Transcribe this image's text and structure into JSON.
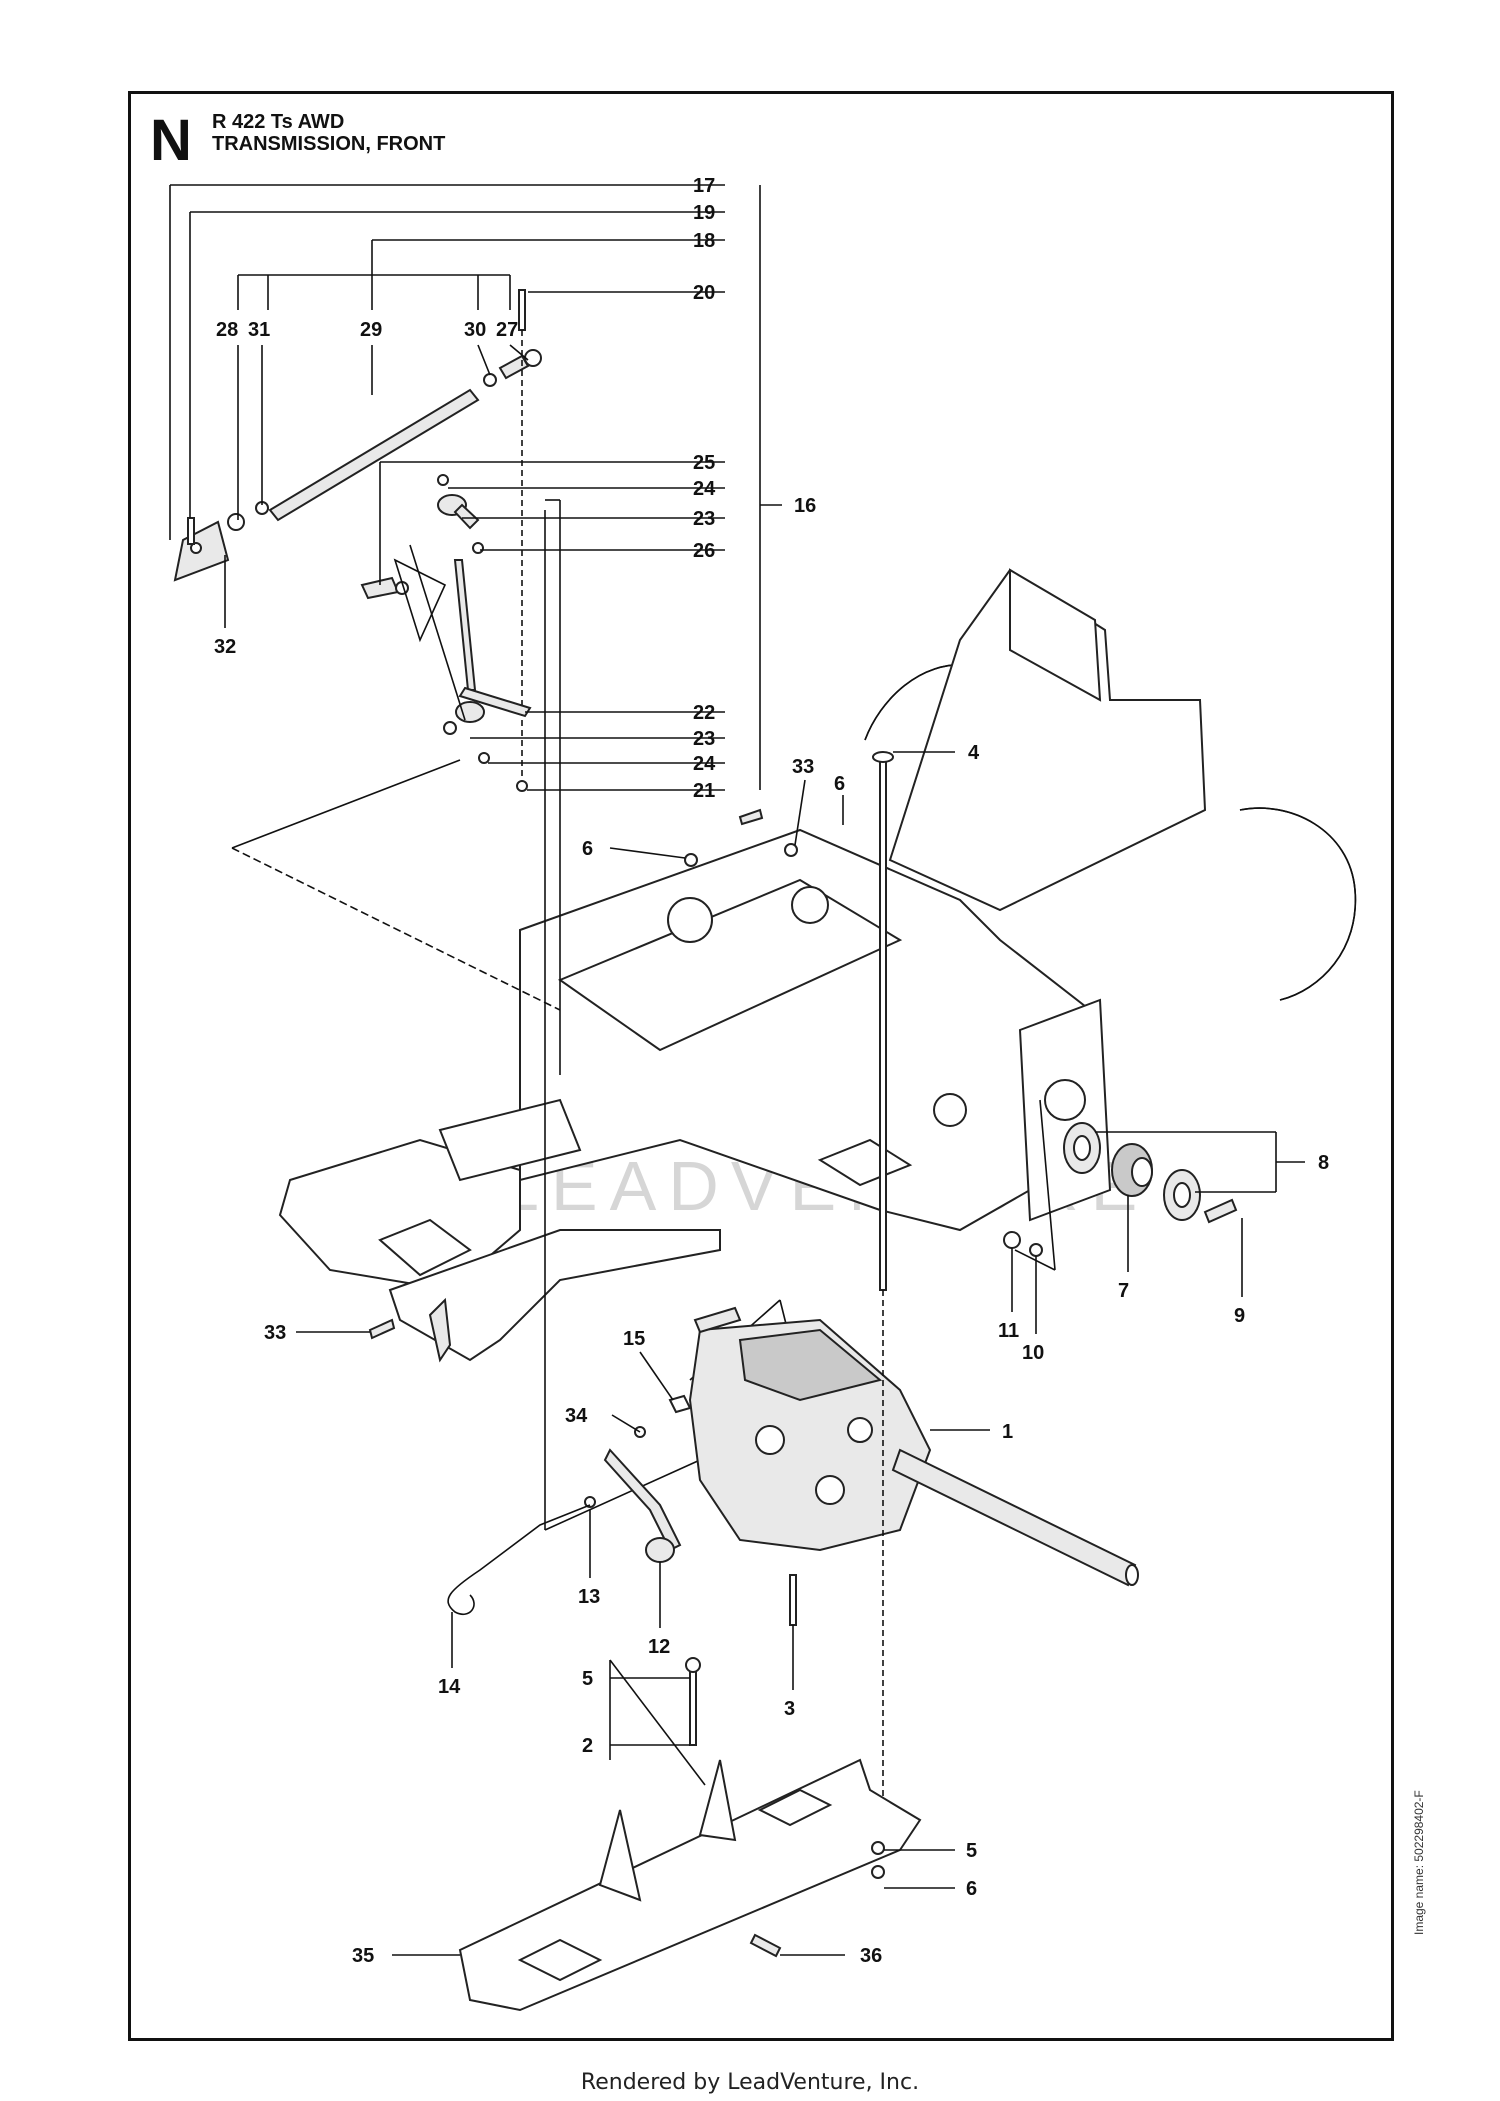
{
  "header": {
    "section_letter": "N",
    "model": "R 422 Ts AWD",
    "section_title": "TRANSMISSION, FRONT"
  },
  "image_name": "Image name: 502298402-F",
  "footer": "Rendered by LeadVenture, Inc.",
  "watermark": "LEADVENTURE",
  "callouts": {
    "c1": "1",
    "c2": "2",
    "c3": "3",
    "c4": "4",
    "c5a": "5",
    "c5b": "5",
    "c6a": "6",
    "c6b": "6",
    "c6c": "6",
    "c7": "7",
    "c8": "8",
    "c9": "9",
    "c10": "10",
    "c11": "11",
    "c12": "12",
    "c13": "13",
    "c14": "14",
    "c15": "15",
    "c16": "16",
    "c17": "17",
    "c18": "18",
    "c19": "19",
    "c20": "20",
    "c21": "21",
    "c22": "22",
    "c23a": "23",
    "c23b": "23",
    "c24a": "24",
    "c24b": "24",
    "c25": "25",
    "c26": "26",
    "c27": "27",
    "c28": "28",
    "c29": "29",
    "c30": "30",
    "c31": "31",
    "c32": "32",
    "c33a": "33",
    "c33b": "33",
    "c34": "34",
    "c35": "35",
    "c36": "36"
  },
  "colors": {
    "line": "#111111",
    "part_fill": "#e9e9e9",
    "shade": "#c9c9c9"
  }
}
